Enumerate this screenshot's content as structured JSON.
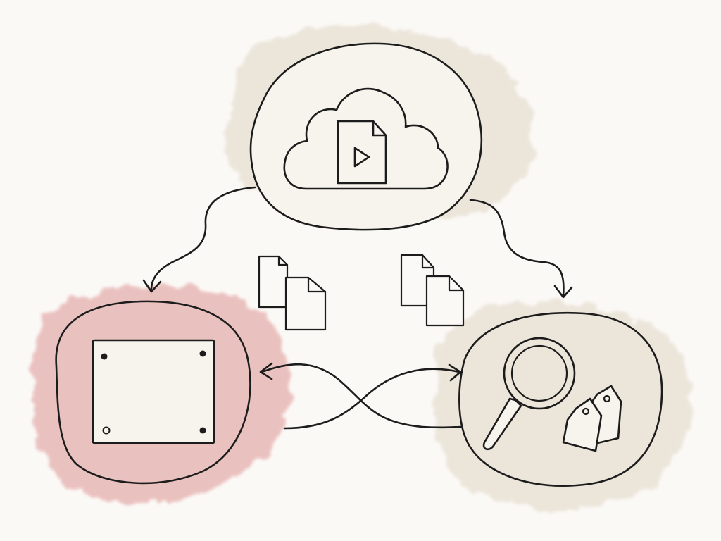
{
  "diagram": {
    "nodes": [
      {
        "id": "cloud-storage",
        "icon": "cloud-video-file-icon",
        "wash": "#e9e2d6"
      },
      {
        "id": "board",
        "icon": "pinned-board-icon",
        "wash": "#e7b8b6"
      },
      {
        "id": "search-tags",
        "icon": "magnifier-tags-icon",
        "wash": "#e9e2d6"
      }
    ],
    "connections": [
      {
        "from": "cloud-storage",
        "to": "board",
        "direction": "forward",
        "style": "curved-arrow"
      },
      {
        "from": "cloud-storage",
        "to": "search-tags",
        "direction": "forward",
        "style": "curved-arrow"
      },
      {
        "from": "board",
        "to": "search-tags",
        "direction": "both",
        "style": "crossed-curves"
      }
    ],
    "floating_icons": [
      "document-pair-icon",
      "document-pair-icon"
    ],
    "colors": {
      "ink": "#1c1c1c",
      "paper": "#fbf9f6",
      "beige_wash": "#e9e2d6",
      "pink_wash": "#e7b8b6"
    }
  }
}
